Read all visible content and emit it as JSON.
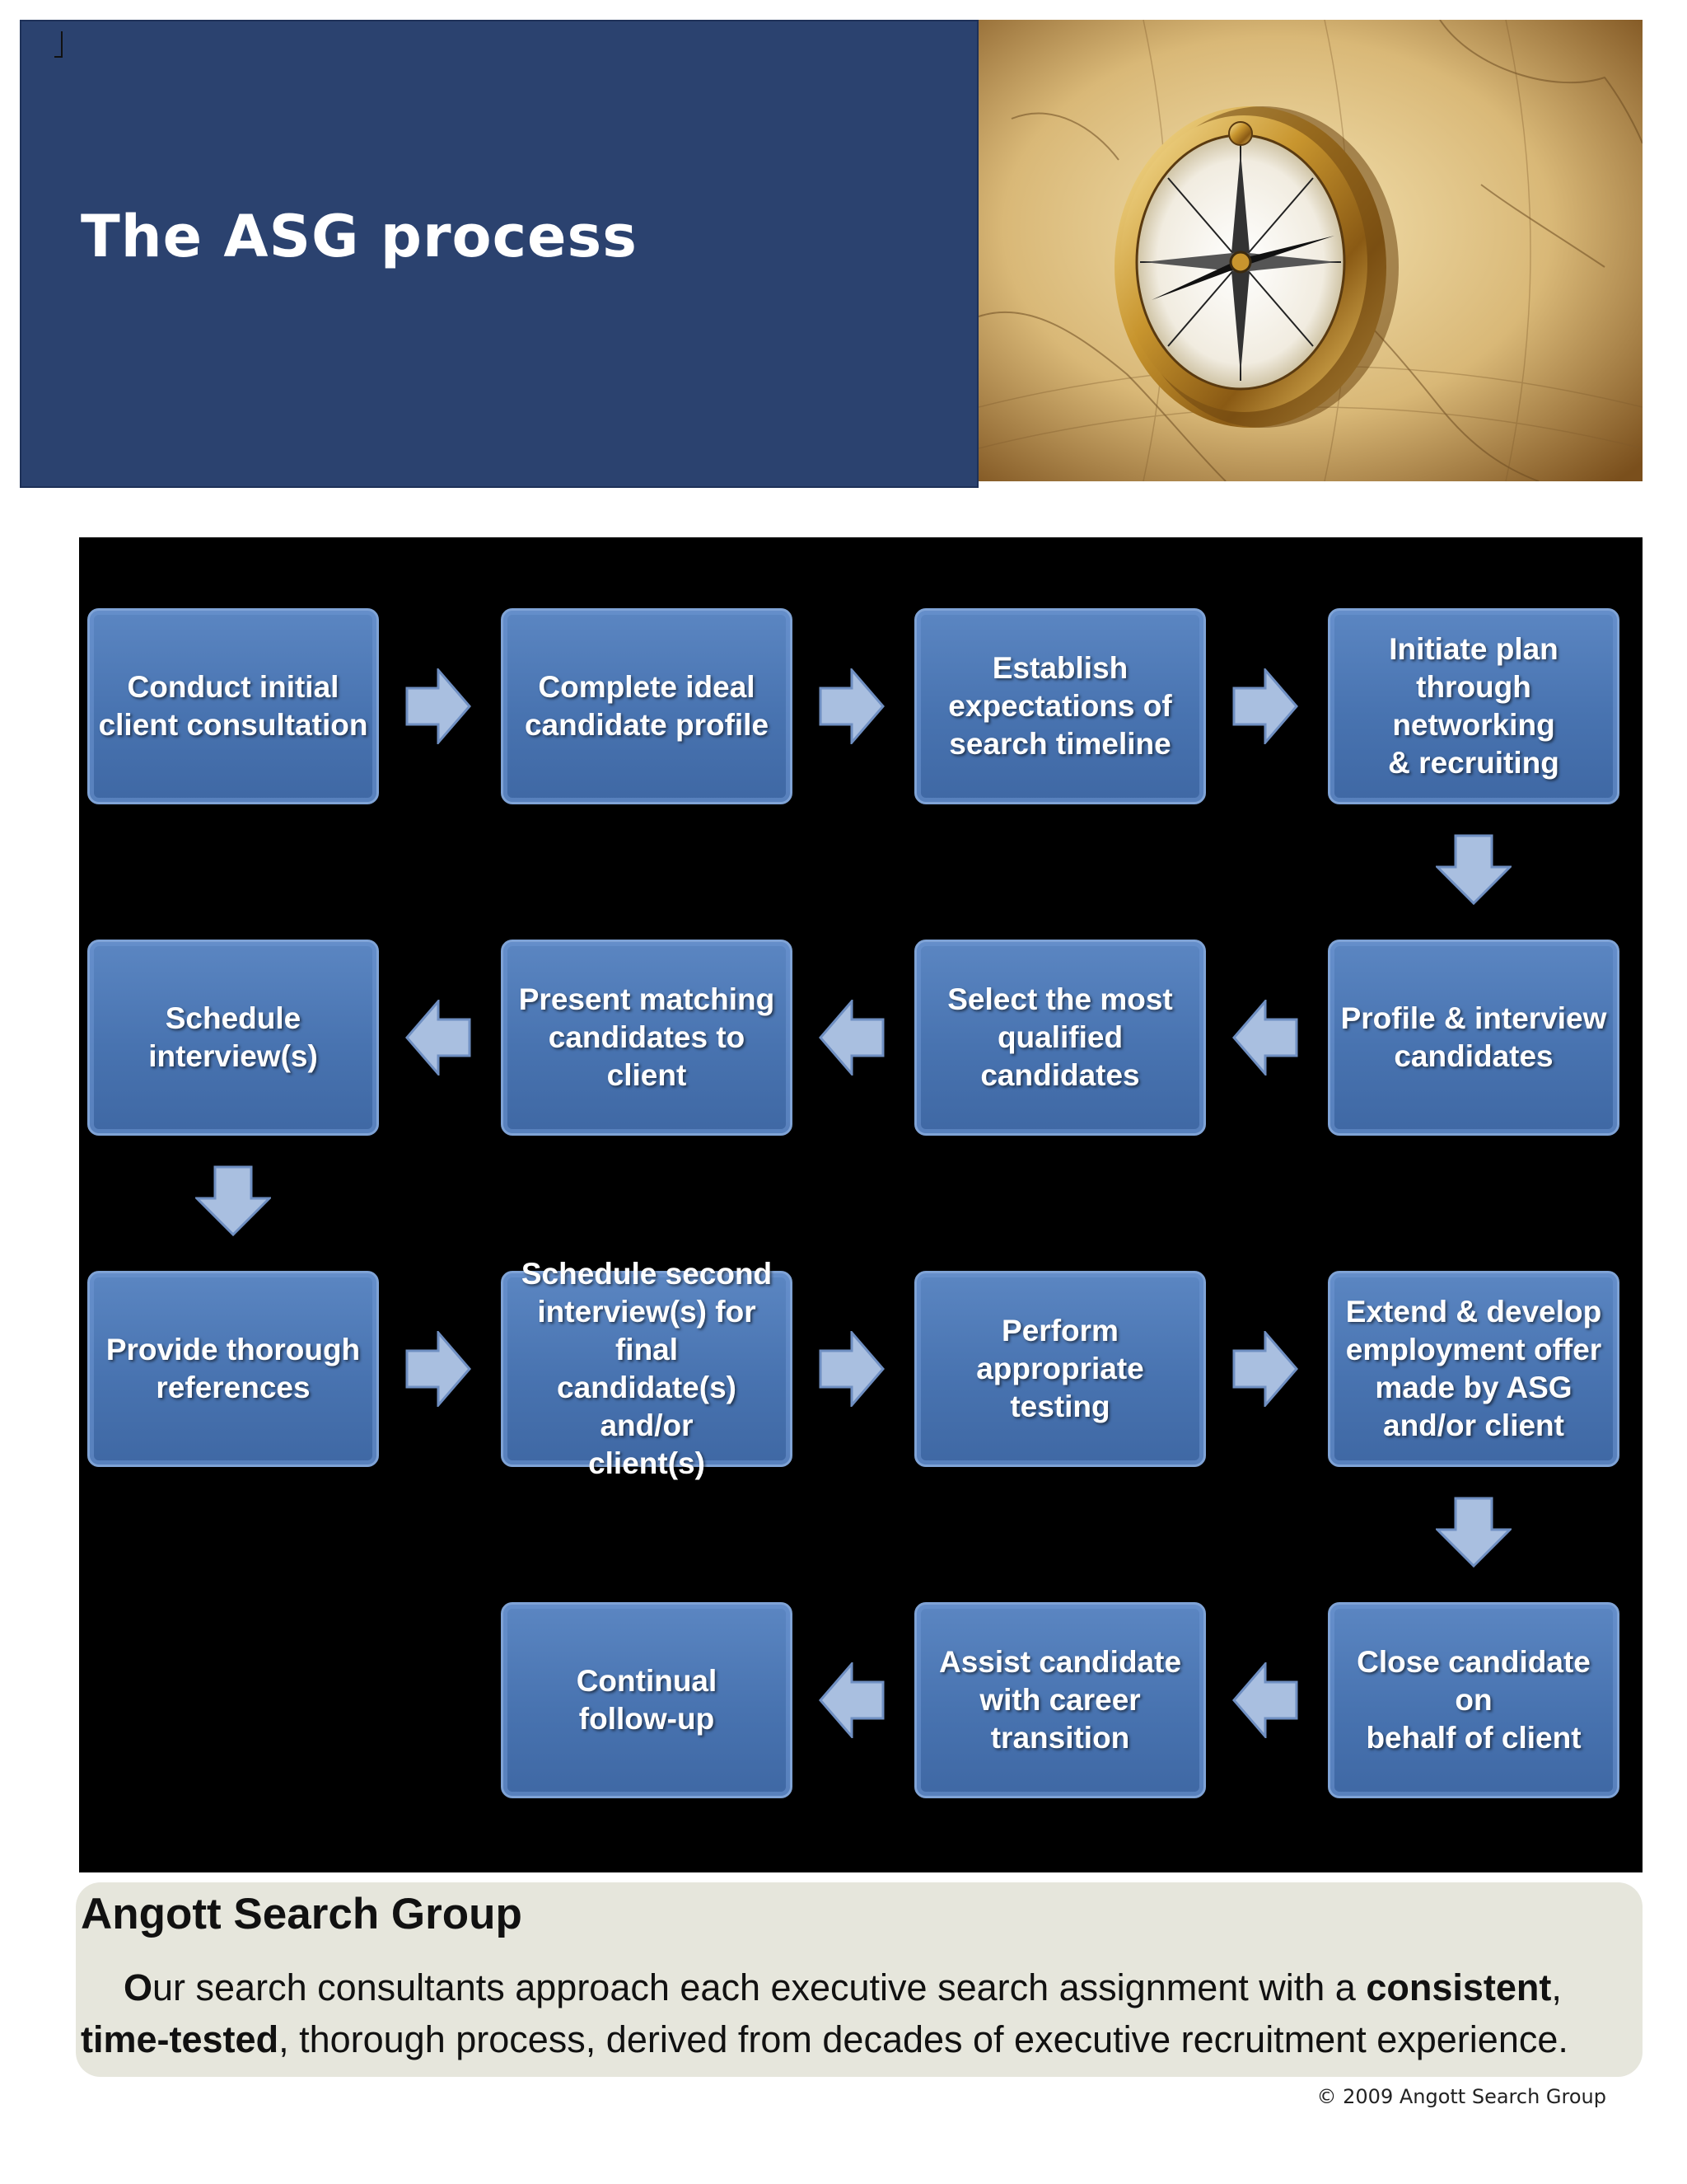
{
  "header": {
    "title": "The ASG process",
    "image": "compass-on-antique-map"
  },
  "colors": {
    "header_bg": "#2b426f",
    "diagram_bg": "#000000",
    "step_fill": "#4a76b3",
    "step_border": "#7fa3d6",
    "arrow_fill": "#a9bfe0",
    "info_bg": "#e6e6dc"
  },
  "steps": [
    "Conduct initial\nclient consultation",
    "Complete ideal\ncandidate profile",
    "Establish\nexpectations of\nsearch timeline",
    "Initiate plan\nthrough networking\n& recruiting",
    "Profile & interview\ncandidates",
    "Select the most\nqualified candidates",
    "Present matching\ncandidates to client",
    "Schedule\ninterview(s)",
    "Provide thorough\nreferences",
    "Schedule second\ninterview(s) for final\ncandidate(s) and/or\nclient(s)",
    "Perform\nappropriate testing",
    "Extend & develop\nemployment offer\nmade by ASG\nand/or client",
    "Close candidate on\nbehalf of client",
    "Assist candidate\nwith career\ntransition",
    "Continual\nfollow-up"
  ],
  "arrows": {
    "right": "arrow-right-icon",
    "left": "arrow-left-icon",
    "down": "arrow-down-icon"
  },
  "footer": {
    "company": "Angott Search Group",
    "desc_first_letter": "O",
    "desc_part1": "ur search consultants approach each executive search assignment with a ",
    "desc_bold1": "consistent",
    "desc_part2": ", ",
    "desc_bold2": "time-tested",
    "desc_part3": ", thorough process, derived  from  decades of executive recruitment experience.",
    "copyright": "© 2009 Angott Search Group"
  }
}
